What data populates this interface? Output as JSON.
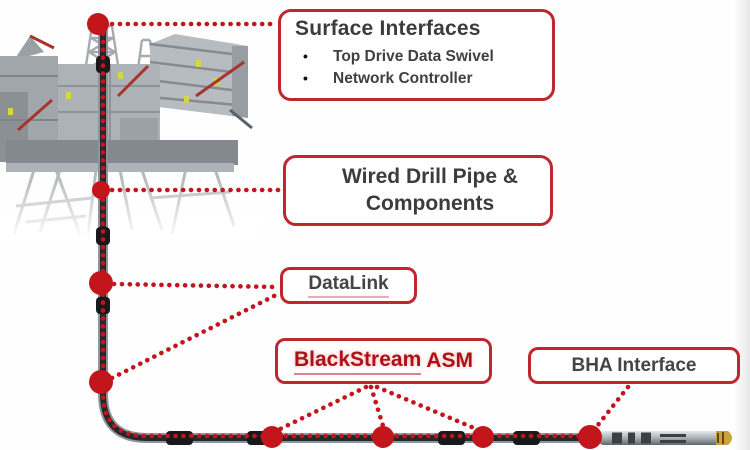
{
  "callouts": {
    "surface_interfaces": {
      "title": "Surface Interfaces",
      "bullets": [
        "Top Drive Data Swivel",
        "Network Controller"
      ]
    },
    "wired_drill_pipe": {
      "label": "Wired Drill Pipe & Components"
    },
    "datalink": {
      "label": "DataLink"
    },
    "blackstream_asm": {
      "word1": "BlackStream",
      "word2": " ASM"
    },
    "bha_interface": {
      "label": "BHA Interface"
    }
  },
  "ui": {
    "bullet_char": "•"
  },
  "colors": {
    "callout_border_red": "#c0272d",
    "connector_dot_red": "#c3151c",
    "blackstream_text_red": "#ab1116",
    "underline_pink": "#f0a9a9",
    "label_text_dark": "#3e3e3e",
    "pipe_dark": "#24282b",
    "drill_bit_gold": "#c9a23a"
  }
}
